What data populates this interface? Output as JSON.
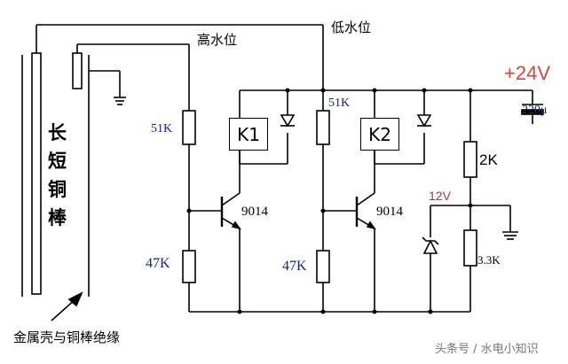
{
  "labels": {
    "high_level": "高水位",
    "low_level": "低水位",
    "rod_text": [
      "长",
      "短",
      "铜",
      "棒"
    ],
    "insulation_note": "金属壳与铜棒绝缘",
    "supply": "+24V",
    "cap": "220μ",
    "r1": "51K",
    "r2": "51K",
    "r3": "47K",
    "r4": "47K",
    "r5": "2K",
    "r6": "3.3K",
    "zener": "12V",
    "k1": "K1",
    "k2": "K2",
    "t1": "9014",
    "t2": "9014",
    "watermark": "头条号 / 水电小知识"
  },
  "colors": {
    "wire": "#000000",
    "supply": "#e0403a",
    "zener": "#b0303a",
    "labels": "#20208a"
  }
}
